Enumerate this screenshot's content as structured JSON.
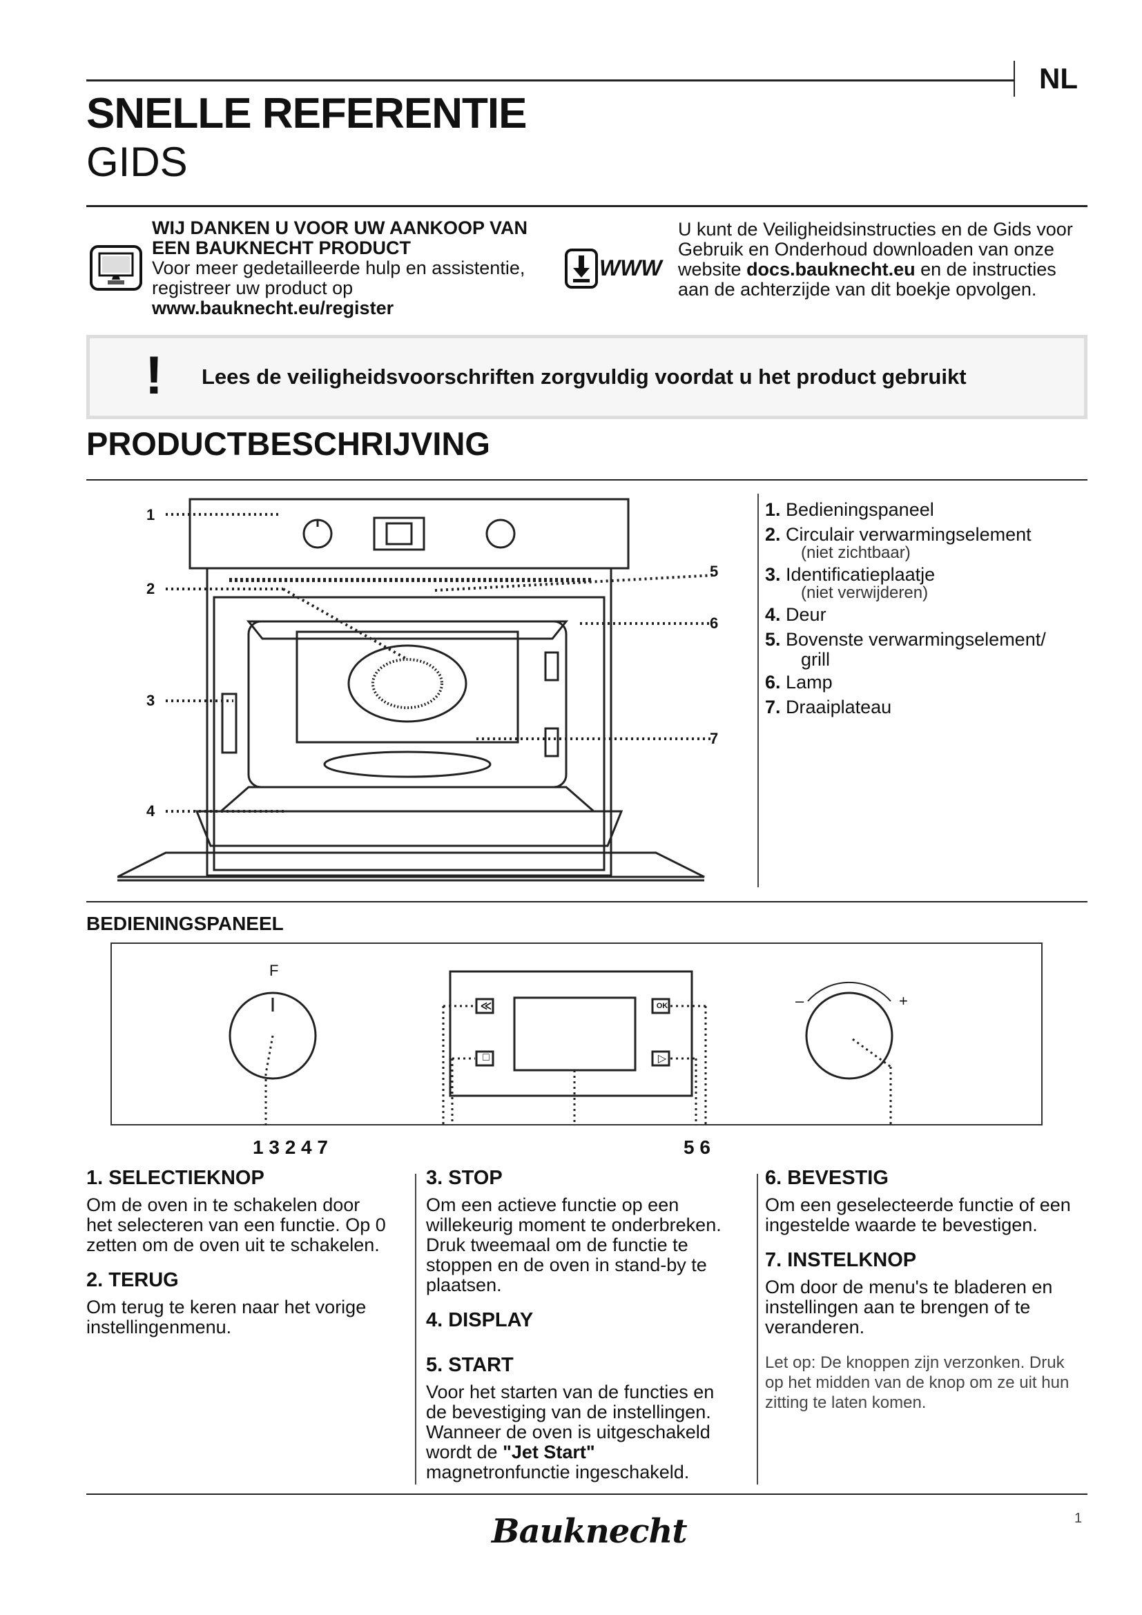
{
  "header": {
    "language": "NL",
    "title": "SNELLE REFERENTIE",
    "subtitle": "GIDS"
  },
  "info_left": {
    "icon": "computer-monitor-icon",
    "heading_line1": "WIJ DANKEN U VOOR UW AANKOOP VAN",
    "heading_line2": "EEN BAUKNECHT PRODUCT",
    "text": "Voor meer gedetailleerde hulp en assistentie, registreer uw product op",
    "link": "www.bauknecht.eu/register"
  },
  "info_right": {
    "icon": "download-www-icon",
    "icon_label": "WWW",
    "text_before": "U kunt de Veiligheidsinstructies en de Gids voor Gebruik en Onderhoud downloaden van onze website",
    "link": "docs.bauknecht.eu",
    "text_after": "en de instructies aan de achterzijde van dit boekje opvolgen."
  },
  "warning": {
    "icon": "exclamation-icon",
    "symbol": "!",
    "text": "Lees de veiligheidsvoorschriften zorgvuldig voordat u het product gebruikt"
  },
  "product": {
    "heading": "PRODUCTBESCHRIJVING",
    "callouts": [
      "1",
      "2",
      "3",
      "4",
      "5",
      "6",
      "7"
    ],
    "legend": [
      {
        "num": "1.",
        "label": "Bedieningspaneel",
        "note": ""
      },
      {
        "num": "2.",
        "label": "Circulair verwarmingselement",
        "note": "(niet zichtbaar)"
      },
      {
        "num": "3.",
        "label": "Identificatieplaatje",
        "note": "(niet verwijderen)"
      },
      {
        "num": "4.",
        "label": "Deur",
        "note": ""
      },
      {
        "num": "5.",
        "label": "Bovenste verwarmingselement/",
        "note": "grill"
      },
      {
        "num": "6.",
        "label": "Lamp",
        "note": ""
      },
      {
        "num": "7.",
        "label": "Draaiplateau",
        "note": ""
      }
    ]
  },
  "panel": {
    "heading": "BEDIENINGSPANEEL",
    "knob_left_label": "F",
    "knob_right_minus": "–",
    "knob_right_plus": "+",
    "btn_back": "≪",
    "btn_ok": "OK",
    "btn_stop": "□",
    "btn_start": "▷",
    "numbers_left": "1 3 2 4 7",
    "numbers_right": "5 6"
  },
  "descriptions": {
    "col1": [
      {
        "title": "1. SELECTIEKNOP",
        "text": "Om de oven in te schakelen door het selecteren van een functie. Op 0 zetten om de oven uit te schakelen."
      },
      {
        "title": "2. TERUG",
        "text": "Om terug te keren naar het vorige instellingenmenu."
      }
    ],
    "col2": [
      {
        "title": "3. STOP",
        "text": "Om een actieve functie op een willekeurig moment te onderbreken. Druk tweemaal om de functie te stoppen en de oven in stand-by te plaatsen."
      },
      {
        "title": "4. DISPLAY",
        "text": ""
      },
      {
        "title": "5. START",
        "text_before": "Voor het starten van de functies en de bevestiging van de instellingen. Wanneer de oven is uitgeschakeld wordt de",
        "bold": "\"Jet Start\"",
        "text_after": "magnetronfunctie ingeschakeld."
      }
    ],
    "col3": [
      {
        "title": "6. BEVESTIG",
        "text": "Om een geselecteerde functie of een ingestelde waarde te bevestigen."
      },
      {
        "title": "7. INSTELKNOP",
        "text": "Om door de menu's te bladeren en instellingen aan te brengen of te veranderen."
      }
    ],
    "note": "Let op: De knoppen zijn verzonken. Druk op het midden van de knop om ze uit hun zitting te laten komen."
  },
  "footer": {
    "brand": "Bauknecht",
    "page_number": "1"
  }
}
